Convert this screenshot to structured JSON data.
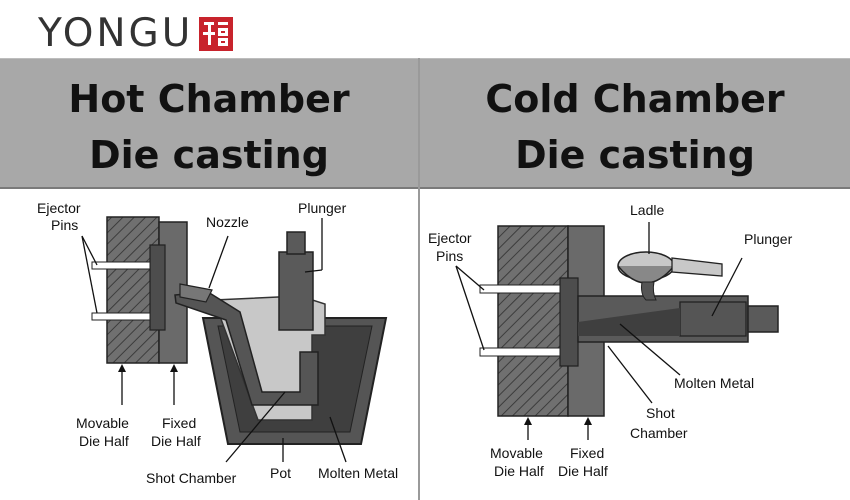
{
  "logo": {
    "text": "YONGU",
    "seal_color": "#c8232c"
  },
  "colors": {
    "header_bg": "#a8a8a8",
    "die_dark": "#555555",
    "metal": "#4a4a4a"
  },
  "hot_chamber": {
    "title_line1": "Hot Chamber",
    "title_line2": "Die casting",
    "labels": {
      "ejector_1": "Ejector",
      "ejector_2": "Pins",
      "nozzle": "Nozzle",
      "plunger": "Plunger",
      "movable_1": "Movable",
      "movable_2": "Die Half",
      "fixed_1": "Fixed",
      "fixed_2": "Die Half",
      "shot_chamber": "Shot Chamber",
      "pot": "Pot",
      "molten_metal": "Molten Metal"
    }
  },
  "cold_chamber": {
    "title_line1": "Cold Chamber",
    "title_line2": "Die casting",
    "labels": {
      "ladle": "Ladle",
      "ejector_1": "Ejector",
      "ejector_2": "Pins",
      "plunger": "Plunger",
      "molten_metal": "Molten Metal",
      "shot_1": "Shot",
      "shot_2": "Chamber",
      "movable_1": "Movable",
      "movable_2": "Die Half",
      "fixed_1": "Fixed",
      "fixed_2": "Die Half"
    }
  }
}
